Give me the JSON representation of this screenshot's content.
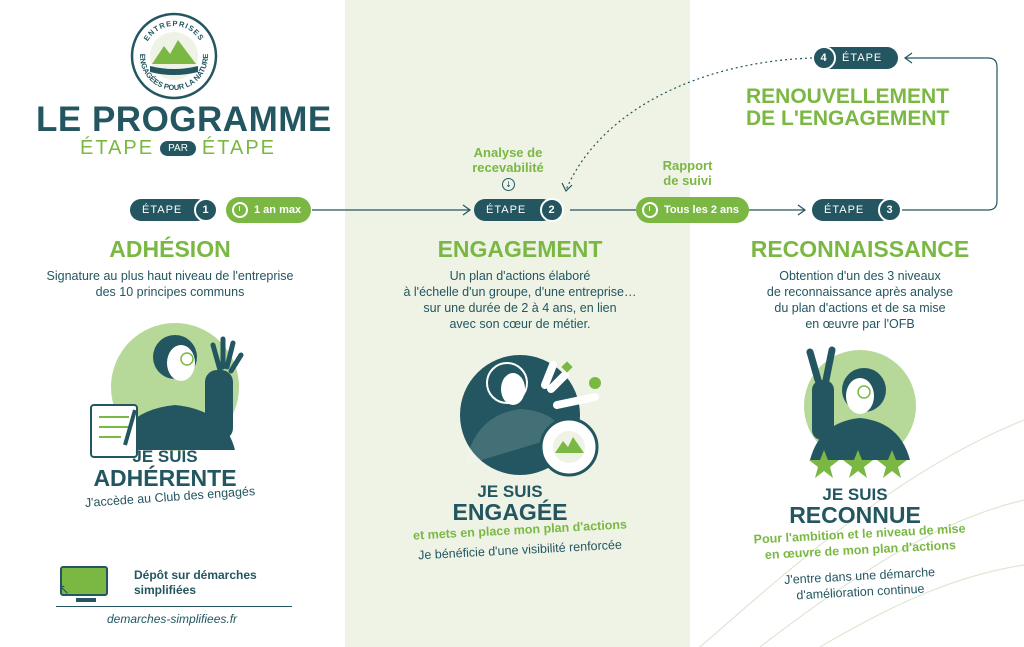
{
  "logo": {
    "top_text": "ENTREPRISES",
    "bottom_text": "ENGAGÉES POUR LA NATURE"
  },
  "header": {
    "title": "LE PROGRAMME",
    "subtitle_left": "ÉTAPE",
    "subtitle_mid": "PAR",
    "subtitle_right": "ÉTAPE"
  },
  "timeline": {
    "step_word": "ÉTAPE",
    "steps": [
      {
        "num": "1"
      },
      {
        "num": "2"
      },
      {
        "num": "3"
      },
      {
        "num": "4"
      }
    ],
    "duration_1": "1 an max",
    "duration_2": "Tous les 2 ans",
    "analyse_label_1": "Analyse de",
    "analyse_label_2": "recevabilité",
    "rapport_label_1": "Rapport",
    "rapport_label_2": "de suivi"
  },
  "renouvellement": {
    "line1": "RENOUVELLEMENT",
    "line2": "DE L'ENGAGEMENT"
  },
  "adhesion": {
    "heading": "ADHÉSION",
    "desc_1": "Signature au plus haut niveau de l'entreprise",
    "desc_2": "des 10 principes communs",
    "suis_1": "JE SUIS",
    "suis_2": "ADHÉRENTE",
    "club": "J'accède au Club des engagés"
  },
  "depot": {
    "line1": "Dépôt sur démarches",
    "line2": "simplifiées",
    "url": "demarches-simplifiees.fr"
  },
  "engagement": {
    "heading": "ENGAGEMENT",
    "desc_1": "Un plan d'actions élaboré",
    "desc_2": "à l'échelle d'un groupe, d'une entreprise…",
    "desc_3": "sur une durée de 2 à 4 ans, en lien",
    "desc_4": "avec son cœur de métier.",
    "suis_1": "JE SUIS",
    "suis_2": "ENGAGÉE",
    "green": "et mets en place mon plan d'actions",
    "benefit": "Je bénéficie d'une visibilité renforcée"
  },
  "reconnaissance": {
    "heading": "RECONNAISSANCE",
    "desc_1": "Obtention d'un des 3 niveaux",
    "desc_2": "de reconnaissance après analyse",
    "desc_3": "du plan d'actions et de sa mise",
    "desc_4": "en œuvre par l'OFB",
    "suis_1": "JE SUIS",
    "suis_2": "RECONNUE",
    "green_1": "Pour l'ambition et le niveau de mise",
    "green_2": "en œuvre de mon plan d'actions",
    "dark_1": "J'entre dans une démarche",
    "dark_2": "d'amélioration continue"
  },
  "colors": {
    "dark": "#235660",
    "green": "#7ab843",
    "light_panel": "#eef3e6"
  }
}
